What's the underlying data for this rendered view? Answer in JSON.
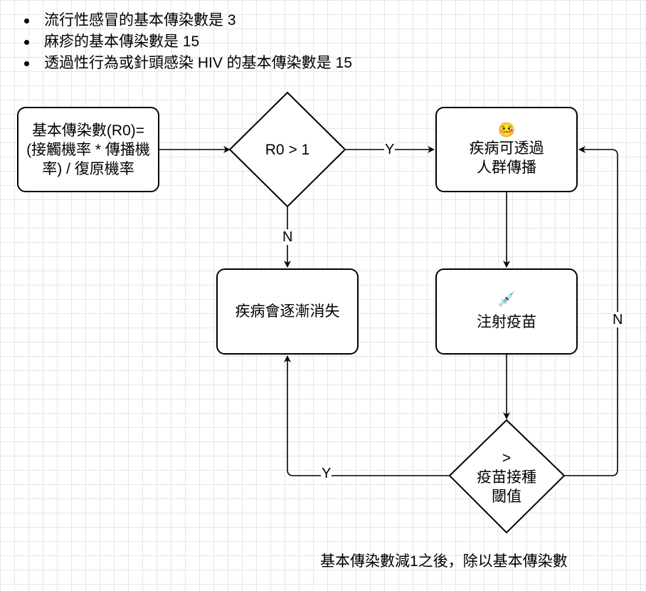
{
  "bullets": [
    "流行性感冒的基本傳染數是 3",
    "麻疹的基本傳染數是 15",
    "透過性行為或針頭感染 HIV 的基本傳染數是 15"
  ],
  "nodes": {
    "formula": {
      "line1": "基本傳染數(R0)=",
      "line2": "(接觸機率 * 傳播機",
      "line3": "率) / 復原機率"
    },
    "r0_decision": {
      "label": "R0 > 1"
    },
    "spread": {
      "icon": "face-with-thermometer-icon",
      "icon_glyph": "🤒",
      "line1": "疾病可透過",
      "line2": "人群傳播"
    },
    "disappear": {
      "label": "疾病會逐漸消失"
    },
    "vaccinate": {
      "icon": "syringe-icon",
      "icon_glyph": "💉",
      "label": "注射疫苗"
    },
    "threshold_decision": {
      "line1": ">",
      "line2": "疫苗接種",
      "line3": "閾值"
    }
  },
  "edges": {
    "r0_yes": "Y",
    "r0_no": "N",
    "threshold_yes": "Y",
    "threshold_no": "N"
  },
  "note": "基本傳染數減1之後，除以基本傳染數"
}
